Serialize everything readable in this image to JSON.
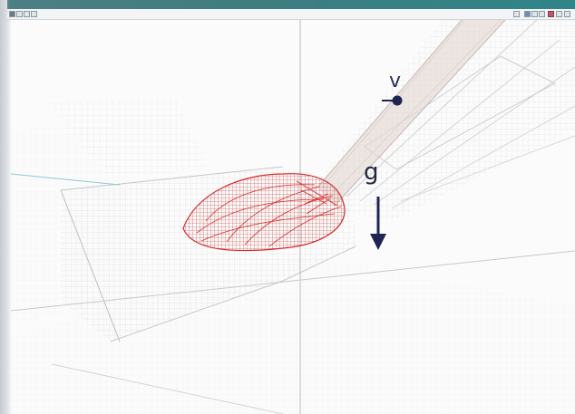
{
  "window": {
    "title": "",
    "accent": "#3e7d80"
  },
  "toolbar": {
    "left_buttons": [
      {
        "name": "new-doc-button"
      },
      {
        "name": "open-button"
      },
      {
        "name": "save-button"
      },
      {
        "name": "print-button"
      }
    ],
    "right_buttons": [
      {
        "name": "view-button"
      },
      {
        "name": "zoom-button"
      },
      {
        "name": "pan-button"
      },
      {
        "name": "rotate-button"
      },
      {
        "name": "color-button"
      },
      {
        "name": "settings-button"
      },
      {
        "name": "close-view-button"
      }
    ]
  },
  "scene": {
    "labels": {
      "velocity": "v",
      "gravity": "g"
    },
    "colors": {
      "mesh_red": "#d32a2a",
      "mesh_gray": "#b7b7b7",
      "axis_blue": "#92c7d3",
      "arrow_dark": "#1f2455"
    }
  }
}
